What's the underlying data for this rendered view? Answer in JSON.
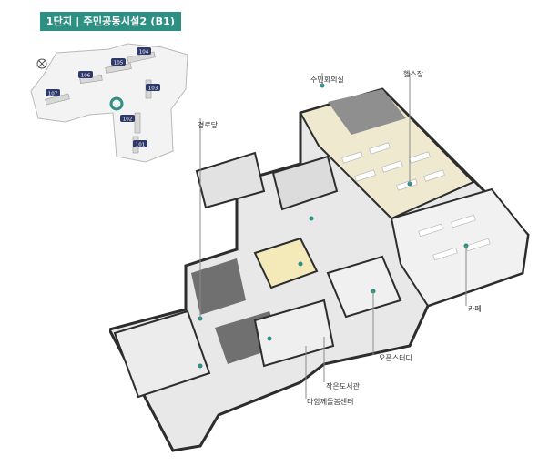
{
  "header": {
    "title": "1단지 | 주민공동시설2 (B1)"
  },
  "site_map": {
    "compass_icon": "compass-icon",
    "location_marker_icon": "location-ring-icon",
    "buildings": [
      "104",
      "105",
      "106",
      "107",
      "103",
      "102",
      "101"
    ]
  },
  "rooms": [
    {
      "id": "community-room",
      "label": "주민회의실"
    },
    {
      "id": "fitness-center",
      "label": "헬스장"
    },
    {
      "id": "senior-center",
      "label": "경로당"
    },
    {
      "id": "cafe",
      "label": "카페"
    },
    {
      "id": "open-study",
      "label": "오픈스터디"
    },
    {
      "id": "small-library",
      "label": "작은도서관"
    },
    {
      "id": "childcare-center",
      "label": "다함께돌봄센터"
    }
  ],
  "colors": {
    "accent": "#2e8f83",
    "wall": "#2d2d2d",
    "floor_light": "#e9e9e9",
    "floor_wood": "#f3ecd0"
  }
}
